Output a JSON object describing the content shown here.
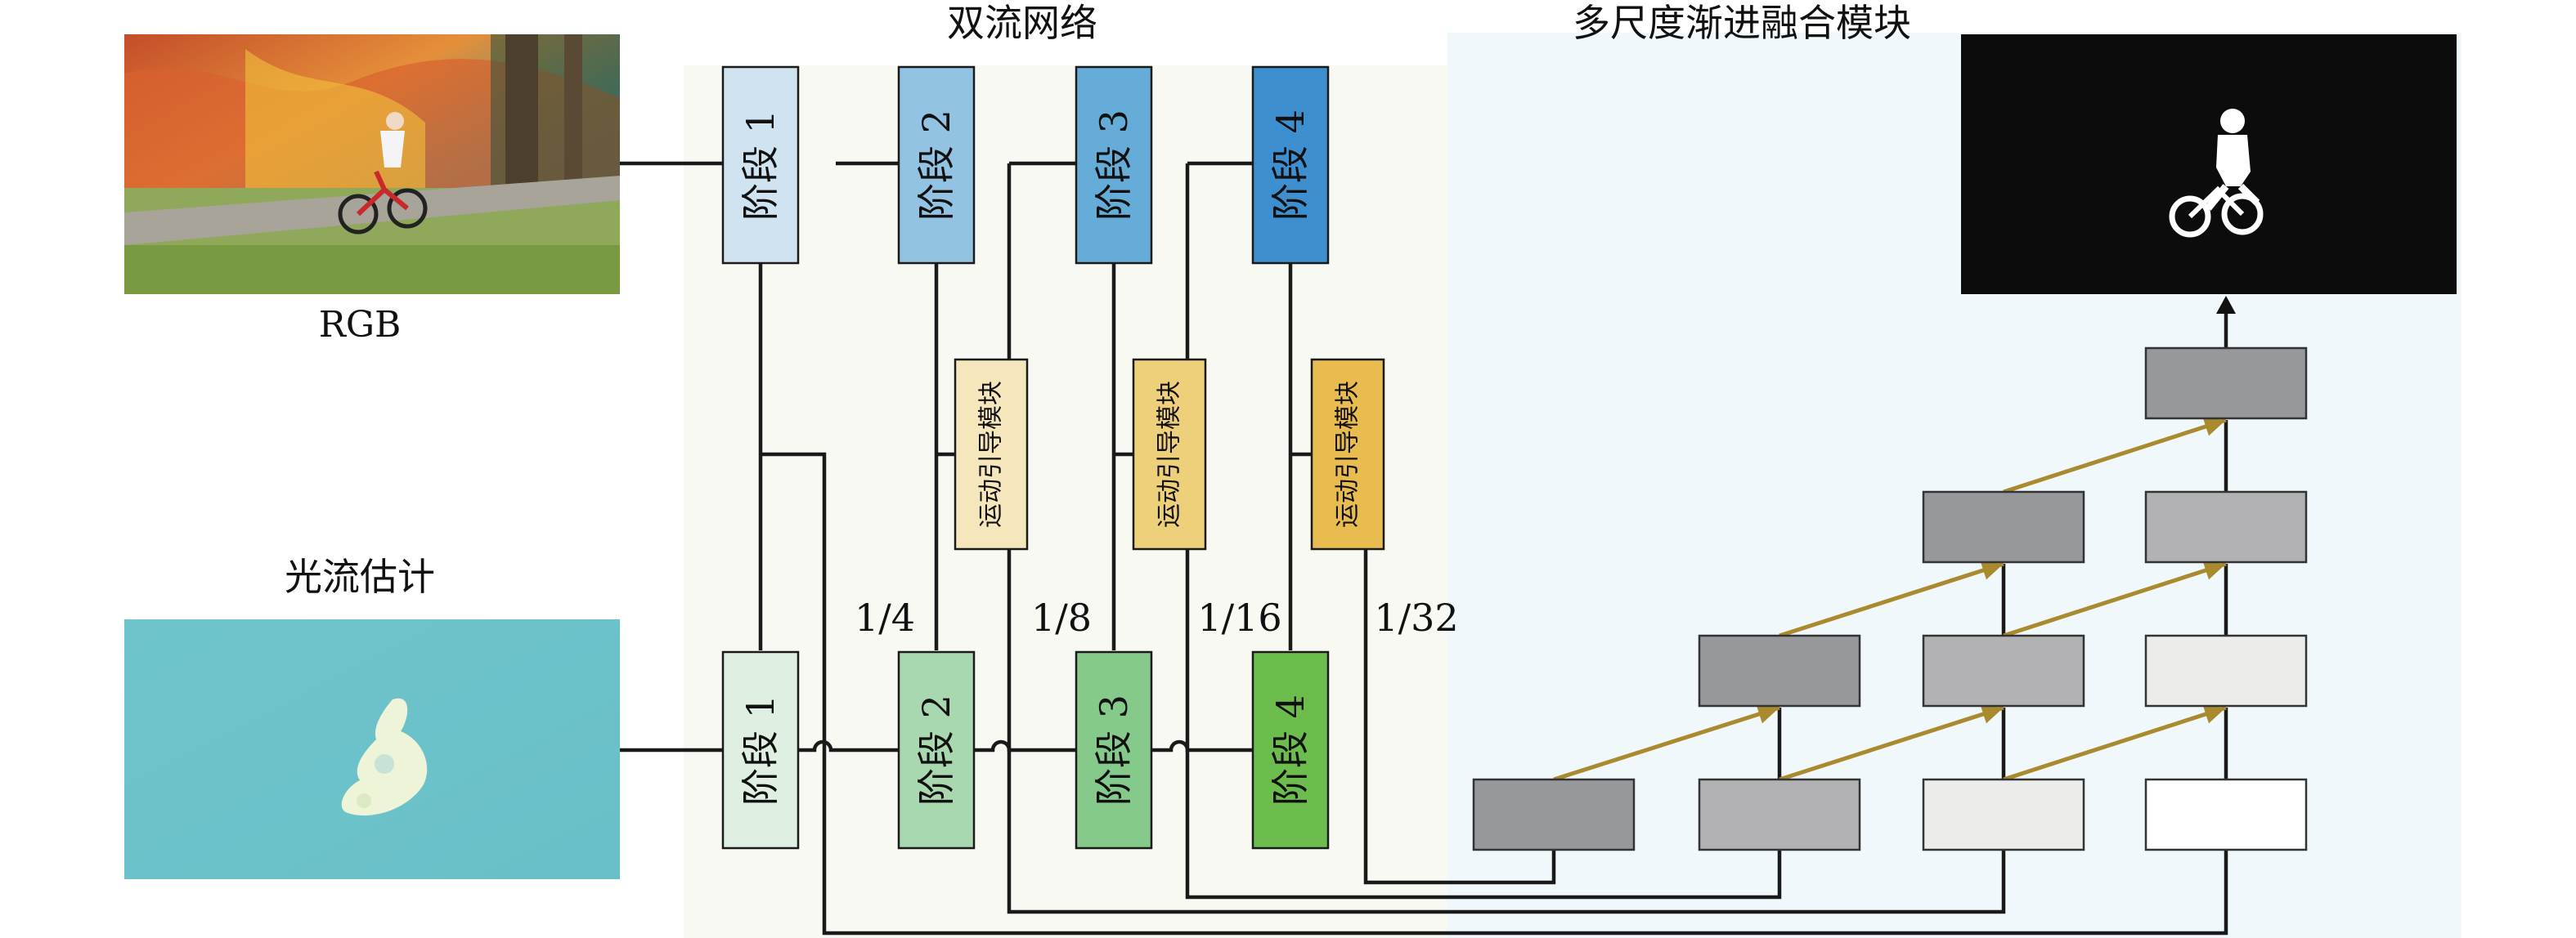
{
  "titles": {
    "two_stream": "双流网络",
    "fusion": "多尺度渐进融合模块",
    "rgb": "RGB",
    "flow": "光流估计"
  },
  "rgb_stages": [
    {
      "label": "阶段 1",
      "fill": "#cfe3f0"
    },
    {
      "label": "阶段 2",
      "fill": "#92c3e2"
    },
    {
      "label": "阶段 3",
      "fill": "#66acd8"
    },
    {
      "label": "阶段 4",
      "fill": "#3d8fcf"
    }
  ],
  "flow_stages": [
    {
      "label": "阶段 1",
      "fill": "#dff0e2"
    },
    {
      "label": "阶段 2",
      "fill": "#a9d8b0"
    },
    {
      "label": "阶段 3",
      "fill": "#85c98b"
    },
    {
      "label": "阶段 4",
      "fill": "#6cbd4e"
    }
  ],
  "guide_modules": [
    {
      "label": "运动引导模块",
      "fill": "#f6e6bc"
    },
    {
      "label": "运动引导模块",
      "fill": "#efd07a"
    },
    {
      "label": "运动引导模块",
      "fill": "#e9bc4f"
    }
  ],
  "scales": [
    "1/4",
    "1/8",
    "1/16",
    "1/32"
  ],
  "colors": {
    "stream_bg": "#f8f9f2",
    "fusion_bg": "#f1f8fb",
    "fusion_grays": [
      "#97989c",
      "#b2b2b4",
      "#ececea",
      "#ffffff"
    ]
  }
}
